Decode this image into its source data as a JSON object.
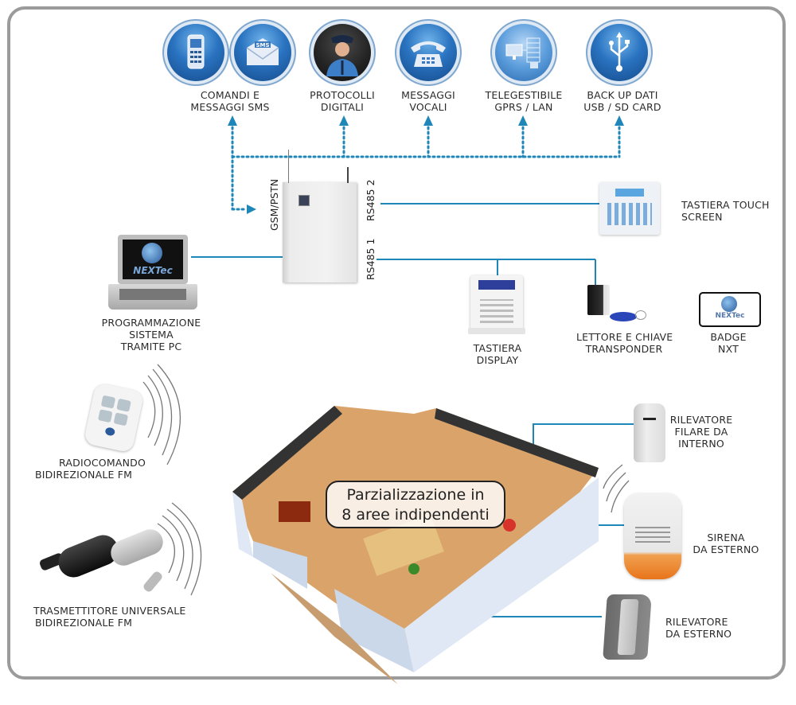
{
  "diagram": {
    "communication": [
      {
        "id": "sms-phone",
        "icon": "mobile-phone-icon",
        "label_lines": [
          "COMANDI E",
          "MESSAGGI SMS"
        ]
      },
      {
        "id": "sms-envelope",
        "icon": "sms-envelope-icon",
        "badge": "SMS"
      },
      {
        "id": "digital",
        "icon": "security-guard-icon",
        "label_lines": [
          "PROTOCOLLI",
          "DIGITALI"
        ]
      },
      {
        "id": "voice",
        "icon": "telephone-icon",
        "label_lines": [
          "MESSAGGI",
          "VOCALI"
        ]
      },
      {
        "id": "remote",
        "icon": "network-icon",
        "label_lines": [
          "TELEGESTIBILE",
          "GPRS / LAN"
        ]
      },
      {
        "id": "backup",
        "icon": "usb-icon",
        "label_lines": [
          "BACK UP DATI",
          "USB / SD CARD"
        ]
      }
    ],
    "panel": {
      "port_gsm": "GSM/PSTN",
      "port_rs485_2": "RS485 2",
      "port_rs485_1": "RS485 1"
    },
    "devices": {
      "touch_keypad": [
        "TASTIERA TOUCH",
        "SCREEN"
      ],
      "pc": [
        "PROGRAMMAZIONE",
        "SISTEMA",
        "TRAMITE PC"
      ],
      "pc_brand": "NEXTec",
      "display_keypad": [
        "TASTIERA",
        "DISPLAY"
      ],
      "transponder": [
        "LETTORE E CHIAVE",
        "TRANSPONDER"
      ],
      "badge": [
        "BADGE",
        "NXT"
      ],
      "badge_brand": "NEXTec",
      "remote_control": [
        "RADIOCOMANDO",
        "BIDIREZIONALE FM"
      ],
      "universal_tx": [
        "TRASMETTITORE UNIVERSALE",
        "BIDIREZIONALE FM"
      ],
      "indoor_detector": [
        "RILEVATORE",
        "FILARE DA",
        "INTERNO"
      ],
      "siren": [
        "SIRENA",
        "DA ESTERNO"
      ],
      "outdoor_detector": [
        "RILEVATORE",
        "DA ESTERNO"
      ]
    },
    "house_caption": [
      "Parzializzazione in",
      "8 aree indipendenti"
    ],
    "colors": {
      "wire": "#1f87b8",
      "dotted_link": "#1f87b8",
      "frame": "#9b9b9b",
      "icon_blue": "#2a73c0",
      "siren_orange": "#e8741a"
    }
  }
}
